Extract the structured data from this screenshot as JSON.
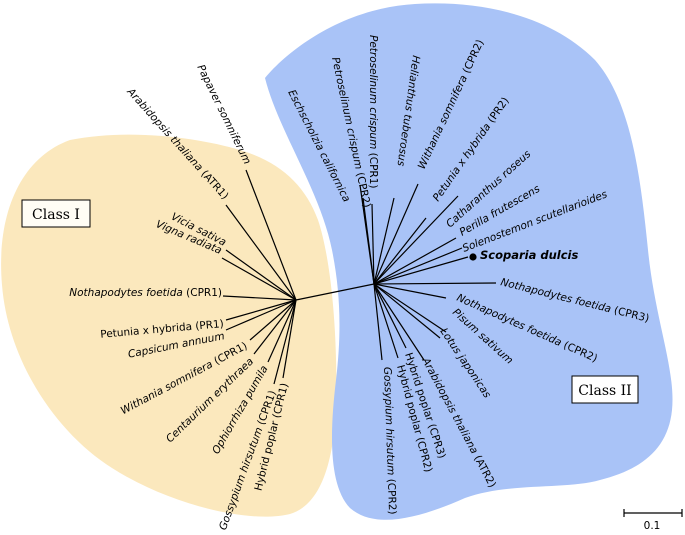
{
  "diagram": {
    "class_I_label": "Class I",
    "class_II_label": "Class II",
    "scale_label": "0.1",
    "colors": {
      "class_I_fill": "#fbe8bd",
      "class_II_fill": "#a9c3f7",
      "line": "#000000"
    },
    "highlight_marker": "filled-circle",
    "class_I_leaves": [
      {
        "species": "Papaver somniferum",
        "suffix": ""
      },
      {
        "species": "Arabidopsis thaliana",
        "suffix": " (ATR1)"
      },
      {
        "species": "Vicia sativa",
        "suffix": ""
      },
      {
        "species": "Vigna radiata",
        "suffix": ""
      },
      {
        "species": "Nothapodytes foetida",
        "suffix": " (CPR1)"
      },
      {
        "species": "",
        "suffix": "Petunia x hybrida (PR1)"
      },
      {
        "species": "Capsicum annuum",
        "suffix": ""
      },
      {
        "species": "Withania somnifera",
        "suffix": " (CPR1)"
      },
      {
        "species": "Centaurium erythraea",
        "suffix": ""
      },
      {
        "species": "Ophiorrhiza pumila",
        "suffix": ""
      },
      {
        "species": "Gossypium hirsutum",
        "suffix": " (CPR1)"
      },
      {
        "species": "",
        "suffix": "Hybrid poplar (CPR1)"
      }
    ],
    "class_II_leaves": [
      {
        "species": "Eschscholzia californica",
        "suffix": ""
      },
      {
        "species": "Petroselinum crispum",
        "suffix": " (CPR2)"
      },
      {
        "species": "Petroselinum crispum",
        "suffix": " (CPR1)"
      },
      {
        "species": "Helianthus tuberosus",
        "suffix": ""
      },
      {
        "species": "Withania somnifera",
        "suffix": " (CPR2)"
      },
      {
        "species": "Petunia x hybrida",
        "suffix": " (PR2)"
      },
      {
        "species": "Catharanthus roseus",
        "suffix": ""
      },
      {
        "species": "Perilla frutescens",
        "suffix": ""
      },
      {
        "species": "Solenostemon scutellarioides",
        "suffix": ""
      },
      {
        "species": "Scoparia dulcis",
        "suffix": ""
      },
      {
        "species": "Nothapodytes foetida",
        "suffix": " (CPR3)"
      },
      {
        "species": "Nothapodytes foetida",
        "suffix": " (CPR2)"
      },
      {
        "species": "Pisum sativum",
        "suffix": ""
      },
      {
        "species": "Lotus japonicas",
        "suffix": ""
      },
      {
        "species": "Arabidopsis thaliana",
        "suffix": " (ATR2)"
      },
      {
        "species": "",
        "suffix": "Hybrid poplar (CPR3)"
      },
      {
        "species": "",
        "suffix": "Hybrid poplar (CPR2)"
      },
      {
        "species": "Gossypium hirsutum",
        "suffix": " (CPR2)"
      }
    ]
  }
}
